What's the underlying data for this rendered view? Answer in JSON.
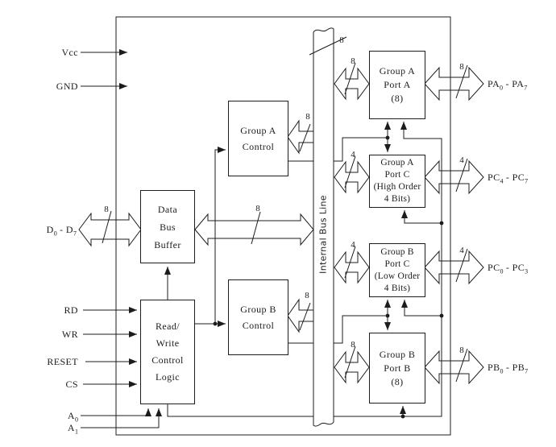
{
  "diagram": {
    "line_color": "#1c1c1c",
    "background": "#ffffff",
    "power_pins": [
      {
        "label": "Vcc"
      },
      {
        "label": "GND"
      }
    ],
    "control_pins": [
      {
        "label": "RD"
      },
      {
        "label": "WR"
      },
      {
        "label": "RESET"
      },
      {
        "label": "CS"
      }
    ],
    "address_pins": [
      {
        "base": "A",
        "sub": "0"
      },
      {
        "base": "A",
        "sub": "1"
      }
    ],
    "data_bus_pin": {
      "p1": "D",
      "s1": "0",
      "p2": " - D",
      "s2": "7",
      "width": "8"
    },
    "buffer_bus_width": "8",
    "internal_bus": {
      "label": "Internal Bus Line",
      "width": "8"
    },
    "blocks": {
      "data_bus_buffer": {
        "line1": "Data",
        "line2": "Bus",
        "line3": "Buffer"
      },
      "rw_logic": {
        "line1": "Read/",
        "line2": "Write",
        "line3": "Control",
        "line4": "Logic"
      },
      "group_a_control": {
        "line1": "Group A",
        "line2": "Control",
        "bus_width": "8"
      },
      "group_b_control": {
        "line1": "Group B",
        "line2": "Control",
        "bus_width": "8"
      }
    },
    "ports": [
      {
        "line1": "Group A",
        "line2": "Port A",
        "line3": "(8)",
        "bus_width": "8",
        "ext_width": "8",
        "ext": {
          "p1": "PA",
          "s1": "0",
          "p2": " - PA",
          "s2": "7"
        }
      },
      {
        "line1": "Group A",
        "line2": "Port C",
        "line3": "(High Order",
        "line4": "4 Bits)",
        "bus_width": "4",
        "ext_width": "4",
        "ext": {
          "p1": "PC",
          "s1": "4",
          "p2": " - PC",
          "s2": "7"
        }
      },
      {
        "line1": "Group B",
        "line2": "Port C",
        "line3": "(Low Order",
        "line4": "4 Bits)",
        "bus_width": "4",
        "ext_width": "4",
        "ext": {
          "p1": "PC",
          "s1": "0",
          "p2": " - PC",
          "s2": "3"
        }
      },
      {
        "line1": "Group B",
        "line2": "Port B",
        "line3": "(8)",
        "bus_width": "8",
        "ext_width": "8",
        "ext": {
          "p1": "PB",
          "s1": "0",
          "p2": " - PB",
          "s2": "7"
        }
      }
    ]
  }
}
